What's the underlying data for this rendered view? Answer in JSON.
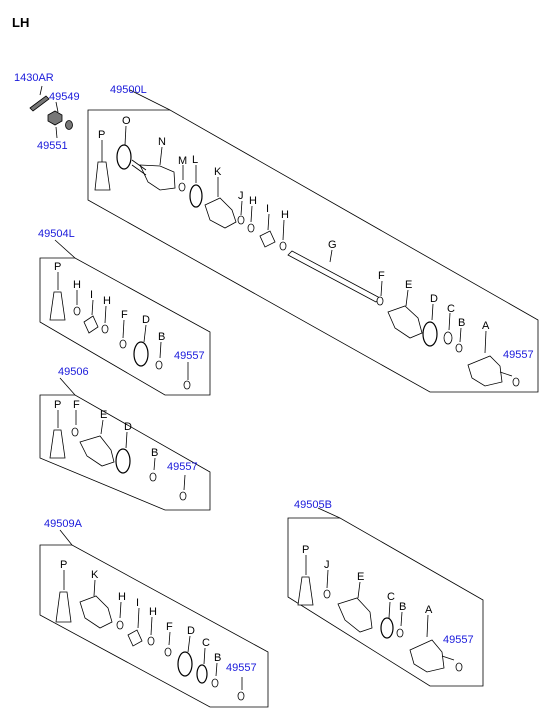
{
  "title": "LH",
  "accessories": {
    "bolt": "1430AR",
    "nut": "49549",
    "clip": "49551"
  },
  "assy_main": {
    "part_no": "49500L",
    "letters": {
      "P": "P",
      "O": "O",
      "N": "N",
      "M": "M",
      "L": "L",
      "K": "K",
      "J": "J",
      "H1": "H",
      "I": "I",
      "H2": "H",
      "G": "G",
      "F": "F",
      "E": "E",
      "D": "D",
      "C": "C",
      "B": "B",
      "A": "A"
    },
    "circlip": "49557"
  },
  "kit_504": {
    "part_no": "49504L",
    "letters": {
      "P": "P",
      "H1": "H",
      "I": "I",
      "H2": "H",
      "F": "F",
      "D": "D",
      "B": "B"
    },
    "circlip": "49557"
  },
  "kit_506": {
    "part_no": "49506",
    "letters": {
      "P": "P",
      "F": "F",
      "E": "E",
      "D": "D",
      "B": "B"
    },
    "circlip": "49557"
  },
  "kit_509": {
    "part_no": "49509A",
    "letters": {
      "P": "P",
      "K": "K",
      "H1": "H",
      "I": "I",
      "H2": "H",
      "F": "F",
      "D": "D",
      "C": "C",
      "B": "B"
    },
    "circlip": "49557"
  },
  "kit_505": {
    "part_no": "49505B",
    "letters": {
      "P": "P",
      "J": "J",
      "E": "E",
      "C": "C",
      "B": "B",
      "A": "A"
    },
    "circlip": "49557"
  }
}
